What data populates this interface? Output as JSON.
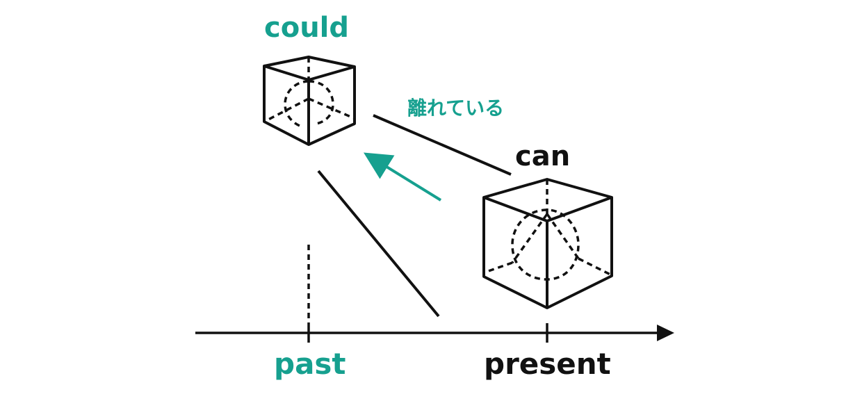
{
  "labels": {
    "could": "could",
    "can": "can",
    "distance": "離れている",
    "past": "past",
    "present": "present"
  },
  "colors": {
    "accent": "#16a08f",
    "ink": "#111111"
  }
}
